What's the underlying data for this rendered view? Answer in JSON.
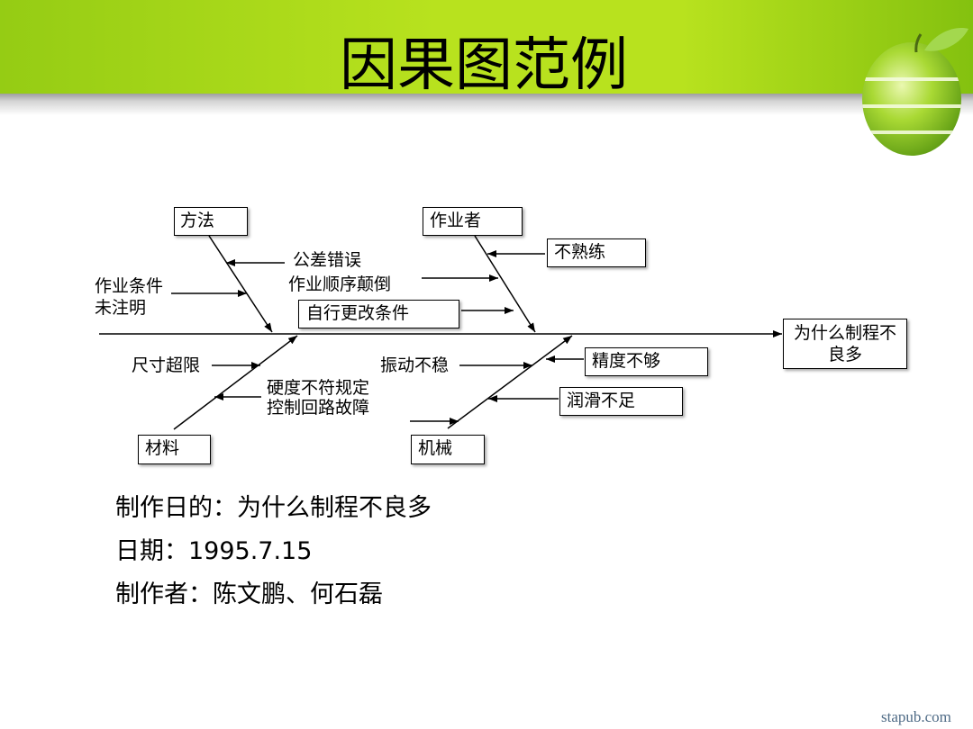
{
  "slide": {
    "title": "因果图范例"
  },
  "diagram": {
    "effect": [
      "为什么制程不",
      "良多"
    ],
    "categories": {
      "method": "方法",
      "operator": "作业者",
      "material": "材料",
      "machine": "机械"
    },
    "causes": {
      "tolerance_error": "公差错误",
      "work_conditions": [
        "作业条件",
        "未注明"
      ],
      "sequence_reversed": "作业顺序颠倒",
      "unskilled": "不熟练",
      "self_changed_conditions": "自行更改条件",
      "size_overrun": "尺寸超限",
      "hardness_and_control": [
        "硬度不符规定",
        "控制回路故障"
      ],
      "vibration": "振动不稳",
      "precision": "精度不够",
      "lubrication": "润滑不足"
    }
  },
  "info": {
    "purpose": "制作日的：为什么制程不良多",
    "date": "日期：1995.7.15",
    "author": "制作者：陈文鹏、何石磊"
  },
  "watermark": "stapub.com",
  "colors": {
    "header_left": "#95cc14",
    "header_mid": "#b8e21e",
    "header_right": "#84c10f",
    "line": "#000000",
    "watermark": "#4f6b86"
  },
  "icons": {
    "decoration": "apple-icon"
  }
}
